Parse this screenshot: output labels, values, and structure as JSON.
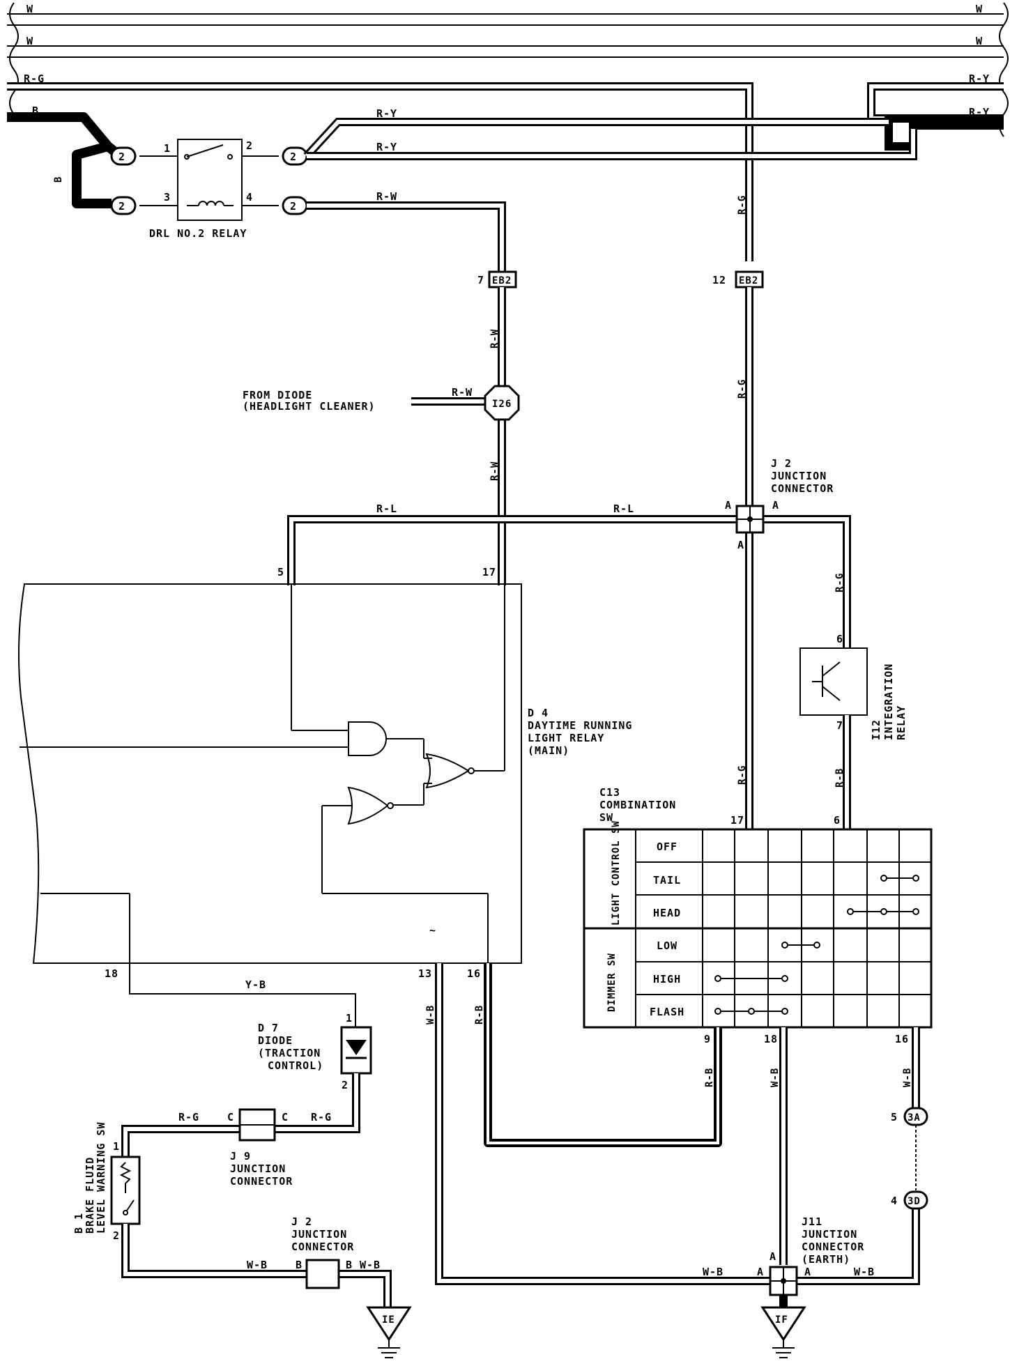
{
  "wires": {
    "top_w1": "W",
    "top_w1_right": "W",
    "top_w2": "W",
    "top_w2_right": "W",
    "r_g_top": "R-G",
    "r_y_right1": "R-Y",
    "b_top": "B",
    "r_y_right2": "R-Y",
    "r_y_1": "R-Y",
    "r_y_2": "R-Y",
    "b_vert": "B",
    "r_w_relay": "R-W",
    "r_g_vert1": "R-G",
    "r_w_vert1": "R-W",
    "r_g_vert2": "R-G",
    "r_w_diode": "R-W",
    "r_w_vert2": "R-W",
    "r_l_left": "R-L",
    "r_l_right": "R-L",
    "r_g_integ": "R-G",
    "r_g_combo": "R-G",
    "r_b_integ": "R-B",
    "y_b": "Y-B",
    "w_b_13": "W-B",
    "r_b_16": "R-B",
    "r_b_9": "R-B",
    "w_b_18": "W-B",
    "w_b_16": "W-B",
    "r_g_j9_left": "R-G",
    "r_g_j9_right": "R-G",
    "w_b_b1": "W-B",
    "w_b_j2": "W-B",
    "w_b_j11_left": "W-B",
    "w_b_j11_right": "W-B"
  },
  "relay": {
    "label": "DRL NO.2 RELAY",
    "pin1": "1",
    "pin2": "2",
    "pin3": "3",
    "pin4": "4",
    "conn": "2"
  },
  "connectors": {
    "eb2_label": "EB2",
    "eb2_left_pin": "7",
    "eb2_right_pin": "12",
    "i26_label": "I26",
    "from_diode_line1": "FROM DIODE",
    "from_diode_line2": "(HEADLIGHT CLEANER)",
    "ie_label": "IE",
    "if_label": "IF",
    "c3a_label": "3A",
    "c3a_pin": "5",
    "c3d_label": "3D",
    "c3d_pin": "4"
  },
  "j2_top": {
    "id": "J 2",
    "line1": "JUNCTION",
    "line2": "CONNECTOR",
    "pin": "A"
  },
  "d4": {
    "id": "D 4",
    "line1": "DAYTIME RUNNING",
    "line2": "LIGHT RELAY",
    "line3": "(MAIN)",
    "pin5": "5",
    "pin17": "17",
    "pin18": "18",
    "pin13": "13",
    "pin16": "16"
  },
  "i12": {
    "id": "I12",
    "line1": "INTEGRATION",
    "line2": "RELAY",
    "pin6": "6",
    "pin7": "7"
  },
  "c13": {
    "id": "C13",
    "line1": "COMBINATION",
    "line2": "SW",
    "pin17": "17",
    "pin6": "6",
    "pin9": "9",
    "pin18": "18",
    "pin16": "16",
    "group1": "LIGHT CONTROL SW",
    "group2": "DIMMER SW",
    "rows": [
      "OFF",
      "TAIL",
      "HEAD",
      "LOW",
      "HIGH",
      "FLASH"
    ]
  },
  "d7": {
    "id": "D 7",
    "line1": "DIODE",
    "line2": "(TRACTION",
    "line3": "CONTROL)",
    "pin1": "1",
    "pin2": "2"
  },
  "j9": {
    "id": "J 9",
    "line1": "JUNCTION",
    "line2": "CONNECTOR",
    "pin": "C"
  },
  "b1": {
    "id": "B 1",
    "line1": "BRAKE FLUID",
    "line2": "LEVEL WARNING SW",
    "pin1": "1",
    "pin2": "2"
  },
  "j2_bottom": {
    "id": "J 2",
    "line1": "JUNCTION",
    "line2": "CONNECTOR",
    "pin": "B"
  },
  "j11": {
    "id": "J11",
    "line1": "JUNCTION",
    "line2": "CONNECTOR",
    "line3": "(EARTH)",
    "pin": "A"
  }
}
